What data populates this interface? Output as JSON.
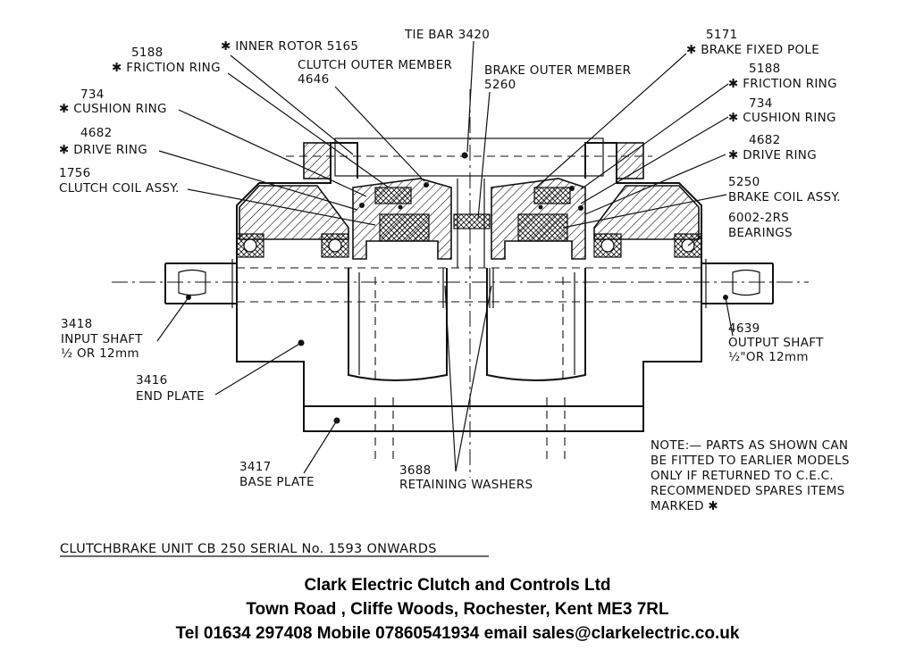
{
  "labels": {
    "inner_rotor": {
      "star": "✱",
      "text": "INNER ROTOR 5165"
    },
    "tie_bar": "TIE BAR 3420",
    "friction_ring_left_num": "5188",
    "friction_ring_left": {
      "star": "✱",
      "text": "FRICTION RING"
    },
    "clutch_outer_member": [
      "CLUTCH OUTER MEMBER",
      "4646"
    ],
    "brake_outer_member": [
      "BRAKE OUTER MEMBER",
      "5260"
    ],
    "cushion_ring_left_num": "734",
    "cushion_ring_left": {
      "star": "✱",
      "text": "CUSHION RING"
    },
    "drive_ring_left_num": "4682",
    "drive_ring_left": {
      "star": "✱",
      "text": "DRIVE RING"
    },
    "clutch_coil": [
      "1756",
      "CLUTCH COIL ASSY."
    ],
    "brake_fixed_pole_num": "5171",
    "brake_fixed_pole": {
      "star": "✱",
      "text": "BRAKE FIXED POLE"
    },
    "friction_ring_right_num": "5188",
    "friction_ring_right": {
      "star": "✱",
      "text": "FRICTION RING"
    },
    "cushion_ring_right_num": "734",
    "cushion_ring_right": {
      "star": "✱",
      "text": "CUSHION RING"
    },
    "drive_ring_right_num": "4682",
    "drive_ring_right": {
      "star": "✱",
      "text": "DRIVE RING"
    },
    "brake_coil": [
      "5250",
      "BRAKE COIL ASSY."
    ],
    "bearings": [
      "6002-2RS",
      "BEARINGS"
    ],
    "input_shaft": [
      "3418",
      "INPUT SHAFT",
      "½ OR 12mm"
    ],
    "output_shaft": [
      "4639",
      "OUTPUT SHAFT",
      "½\"OR 12mm"
    ],
    "end_plate": [
      "3416",
      "END PLATE"
    ],
    "base_plate": [
      "3417",
      "BASE PLATE"
    ],
    "retaining_washers": [
      "3688",
      "RETAINING WASHERS"
    ]
  },
  "note": [
    "NOTE:— PARTS AS SHOWN CAN",
    "BE FITTED TO EARLIER MODELS",
    "ONLY IF RETURNED TO C.E.C.",
    "RECOMMENDED SPARES ITEMS",
    "MARKED ✱"
  ],
  "caption": "CLUTCHBRAKE UNIT CB 250 SERIAL No. 1593 ONWARDS",
  "footer": {
    "company": "Clark Electric Clutch and Controls Ltd",
    "address": "Town Road , Cliffe Woods, Rochester, Kent ME3 7RL",
    "contact": "Tel 01634 297408  Mobile 07860541934  email  sales@clarkelectric.co.uk"
  }
}
